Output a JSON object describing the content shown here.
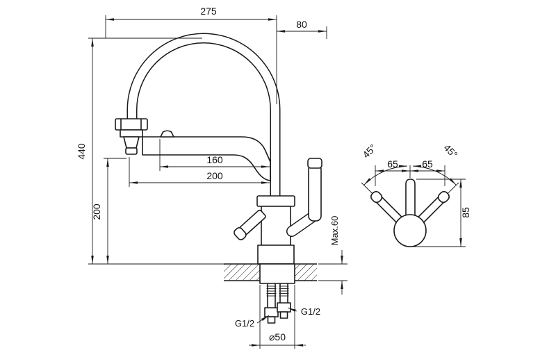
{
  "meta": {
    "title": "Faucet dimensional drawing"
  },
  "colors": {
    "line": "#1a1a1a",
    "background": "#ffffff"
  },
  "front_view": {
    "width_total": "275",
    "width_right": "80",
    "height_total": "440",
    "height_spout": "200",
    "reach_aerator": "160",
    "reach_spout": "200",
    "mount_thickness": "Max.60",
    "thread_left": "G1/2",
    "thread_right": "G1/2",
    "base_diameter": "⌀50"
  },
  "top_view": {
    "angle_left": "45°",
    "angle_right": "45°",
    "offset_left": "65",
    "offset_right": "65",
    "depth": "85"
  }
}
